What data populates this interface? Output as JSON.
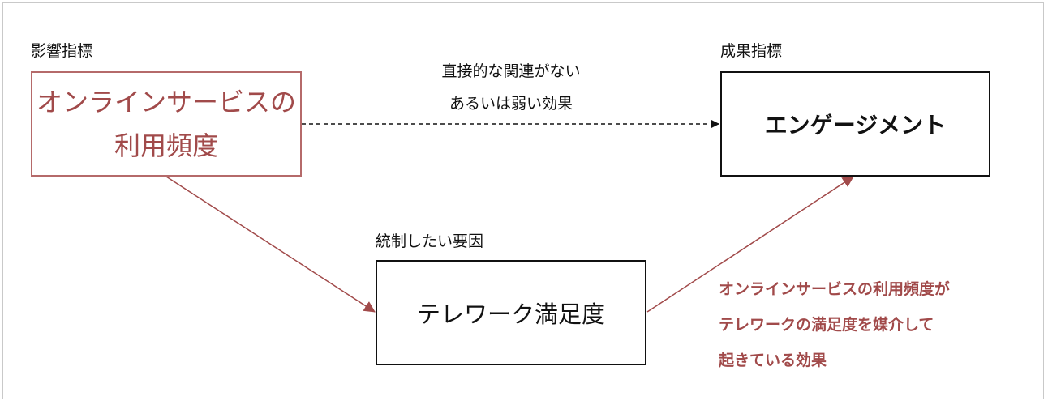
{
  "influence_indicator": {
    "heading": "影響指標",
    "box_line1": "オンラインサービスの",
    "box_line2": "利用頻度"
  },
  "outcome_indicator": {
    "heading": "成果指標",
    "box_text": "エンゲージメント"
  },
  "control_factor": {
    "heading": "統制したい要因",
    "box_text": "テレワーク満足度"
  },
  "direct_path": {
    "line1": "直接的な関連がない",
    "line2": "あるいは弱い効果",
    "style": "dashed"
  },
  "mediated_path": {
    "line1": "オンラインサービスの利用頻度が",
    "line2": "テレワークの満足度を媒介して",
    "line3": "起きている効果"
  },
  "colors": {
    "accent": "#a14a4a",
    "accent_border": "#b56a6a",
    "text": "#111111",
    "frame": "#c9c9c9"
  }
}
